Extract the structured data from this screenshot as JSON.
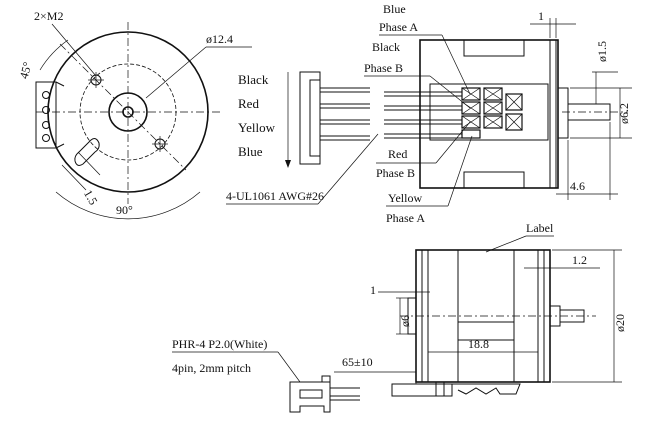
{
  "front_view": {
    "screw_label": "2×M2",
    "diameter_label": "ø12.4",
    "angle_label": "45°",
    "arc_angle_label": "90°",
    "offset_label": "1.5"
  },
  "connector_legend": {
    "wire_1": "Black",
    "wire_2": "Red",
    "wire_3": "Yellow",
    "wire_4": "Blue",
    "wire_spec": "4-UL1061 AWG#26"
  },
  "wiring_view": {
    "blue_label": "Blue",
    "blue_phase": "Phase A",
    "black_label": "Black",
    "black_phase": "Phase B",
    "red_label": "Red",
    "red_phase": "Phase B",
    "yellow_label": "Yellow",
    "yellow_phase": "Phase A",
    "dim_top": "1",
    "dim_shaft": "ø1.5",
    "dim_boss": "ø6.2",
    "dim_shaft_len": "4.6"
  },
  "side_view": {
    "label_callout": "Label",
    "dim_flange": "1.2",
    "dim_left": "1",
    "dim_boss": "ø6",
    "dim_body_diameter": "ø20",
    "dim_length": "18.8",
    "dim_lead_length": "65±10"
  },
  "connector_spec": {
    "model": "PHR-4 P2.0(White)",
    "description": "4pin, 2mm pitch"
  }
}
